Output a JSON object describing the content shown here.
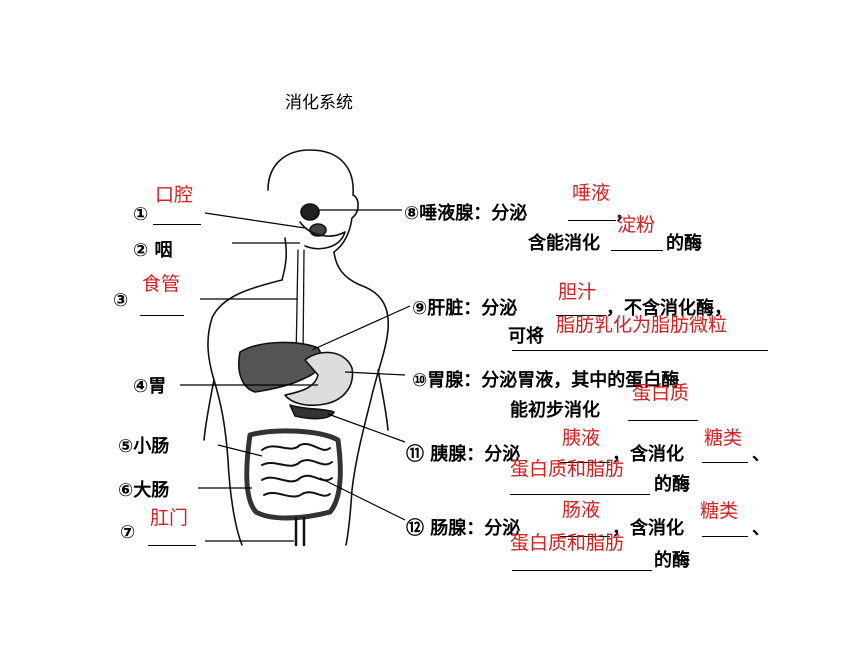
{
  "title": "消化系统",
  "left_labels": [
    {
      "id": "l1",
      "text": "①"
    },
    {
      "id": "l2",
      "text": "② 咽"
    },
    {
      "id": "l3",
      "text": "③"
    },
    {
      "id": "l4",
      "text": "④胃"
    },
    {
      "id": "l5",
      "text": "⑤小肠"
    },
    {
      "id": "l6",
      "text": "⑥大肠"
    },
    {
      "id": "l7",
      "text": "⑦"
    }
  ],
  "left_answers": {
    "a1": "口腔",
    "a3": "食管",
    "a7": "肛门"
  },
  "right": {
    "r8_line1": "⑧唾液腺：分泌",
    "r8_mid": "，",
    "r8_line2": "含能消化",
    "r8_tail": "的酶",
    "r9_line1": "⑨肝脏：分泌",
    "r9_mid": "，不含消化酶，",
    "r9_line2": "可将",
    "r10_line1": "⑩胃腺：分泌胃液，其中的蛋白酶",
    "r10_line2": "能初步消化",
    "r11_line1a": "⑪ 胰腺：分泌",
    "r11_line1b": "，含消化",
    "r11_sep": "、",
    "r11_tail": "的酶",
    "r12_line1a": "⑫ 肠腺：分泌",
    "r12_line1b": "，含消化",
    "r12_sep": "、",
    "r12_tail": "的酶"
  },
  "right_answers": {
    "a8a": "唾液",
    "a8b": "淀粉",
    "a9a": "胆汁",
    "a9b": "脂肪乳化为脂肪微粒",
    "a10": "蛋白质",
    "a11a": "胰液",
    "a11b": "糖类",
    "a11c": "蛋白质和脂肪",
    "a12a": "肠液",
    "a12b": "糖类",
    "a12c": "蛋白质和脂肪"
  },
  "colors": {
    "answer": "#d81e1e",
    "line": "#000000"
  }
}
